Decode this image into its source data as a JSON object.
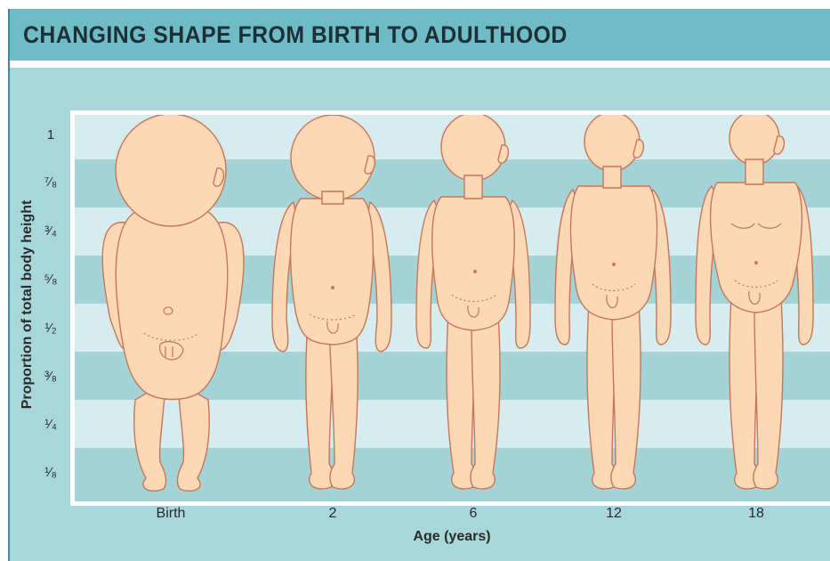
{
  "title": "CHANGING SHAPE FROM BIRTH TO ADULTHOOD",
  "y_axis": {
    "label": "Proportion of total body height",
    "ticks": [
      "1",
      "⁷⁄₈",
      "³⁄₄",
      "⁵⁄₈",
      "¹⁄₂",
      "³⁄₈",
      "¹⁄₄",
      "¹⁄₈"
    ]
  },
  "x_axis": {
    "label": "Age (years)",
    "ticks": [
      "Birth",
      "2",
      "6",
      "12",
      "18"
    ]
  },
  "figures": [
    {
      "age": "Birth",
      "head_fraction": 0.25
    },
    {
      "age": "2",
      "head_fraction": 0.2
    },
    {
      "age": "6",
      "head_fraction": 0.167
    },
    {
      "age": "12",
      "head_fraction": 0.143
    },
    {
      "age": "18",
      "head_fraction": 0.125
    }
  ],
  "colors": {
    "title_bar": "#6fbcc7",
    "panel": "#a7d7da",
    "stripe_light": "#d6ecee",
    "stripe_dark": "#a3d3d6",
    "skin": "#fdd8b5",
    "outline": "#c8765a"
  }
}
